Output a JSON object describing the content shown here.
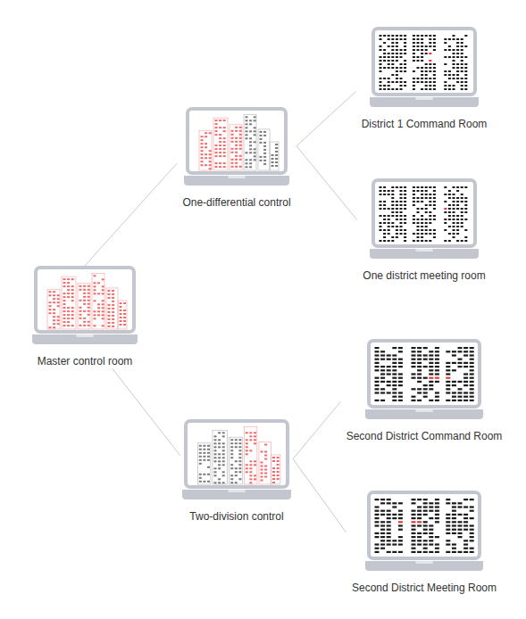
{
  "diagram": {
    "nodes": [
      {
        "text": [
          "Master control room"
        ]
      },
      {
        "text": [
          "One-differential control"
        ]
      },
      {
        "text": [
          "District 1 Command Room"
        ]
      },
      {
        "text": [
          "One district meeting room"
        ]
      },
      {
        "text": [
          "Two-division control"
        ]
      },
      {
        "text": [
          "Second District Command Room"
        ]
      },
      {
        "text": [
          "Second District Meeting Room"
        ]
      }
    ],
    "edges": [
      {
        "from": 0,
        "to": 1,
        "arrow": "none"
      },
      {
        "from": 1,
        "to": 2,
        "arrow": "none"
      },
      {
        "from": 1,
        "to": 3,
        "arrow": "none"
      },
      {
        "from": 0,
        "to": 4,
        "arrow": "none"
      },
      {
        "from": 4,
        "to": 5,
        "arrow": "none"
      },
      {
        "from": 4,
        "to": 6,
        "arrow": "none"
      }
    ]
  }
}
